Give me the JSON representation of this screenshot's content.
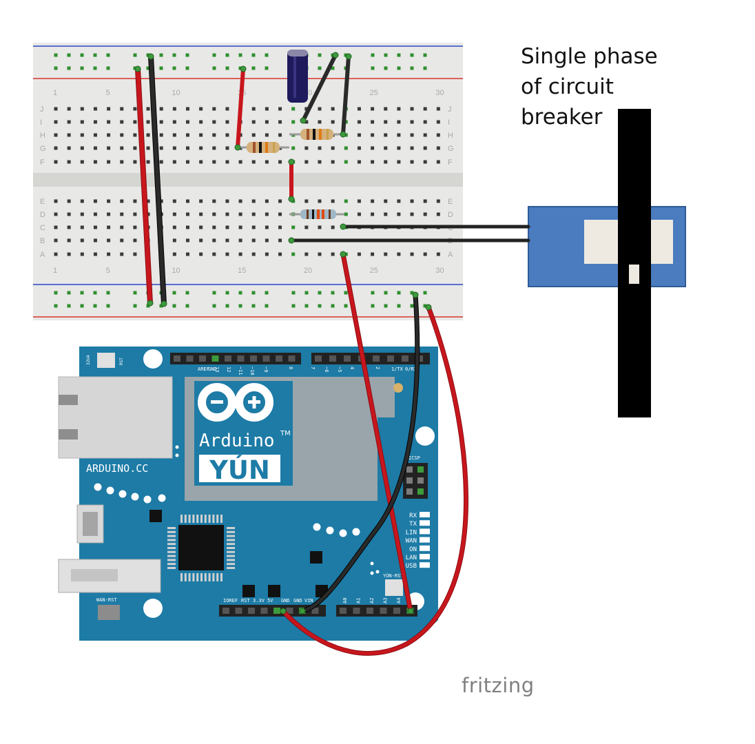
{
  "annotation": {
    "lines": [
      "Single phase",
      "of circuit",
      "breaker"
    ]
  },
  "watermark": "fritzing",
  "breadboard": {
    "row_letters_top": [
      "J",
      "I",
      "H",
      "G",
      "F"
    ],
    "row_letters_bottom": [
      "E",
      "D",
      "C",
      "B",
      "A"
    ],
    "column_numbers": [
      "1",
      "5",
      "10",
      "15",
      "20",
      "25",
      "30"
    ]
  },
  "arduino": {
    "logo_text": "Arduino",
    "tm": "TM",
    "model": "YÚN",
    "brand": "ARDUINO.CC",
    "top_header_labels": [
      "AREF",
      "GND",
      "13",
      "12",
      "~11",
      "~10",
      "~9",
      "8",
      "7",
      "~6",
      "~5",
      "4",
      "~3",
      "2",
      "1/TX",
      "0/RX"
    ],
    "power_labels": [
      "IOREF",
      "RST",
      "3.3V",
      "5V",
      "GND",
      "GND",
      "VIN"
    ],
    "analog_labels": [
      "A0",
      "A1",
      "A2",
      "A3",
      "A4",
      "A5"
    ],
    "led_labels": [
      "RX",
      "TX",
      "LIN",
      "WAN",
      "ON",
      "LAN",
      "USB"
    ],
    "icsp": "ICSP",
    "button_32u4": "32U4",
    "button_rst": "RST",
    "button_yun_rst": "YÚN-RST",
    "button_wan_rst": "WAN-RST"
  },
  "colors": {
    "wire_red": "#c8161d",
    "wire_black": "#2a2a2a",
    "board_blue": "#1d7ba6",
    "sensor_blue": "#4a7cbf",
    "breadboard": "#e8e8e6",
    "pin_green": "#3d9a3d"
  }
}
